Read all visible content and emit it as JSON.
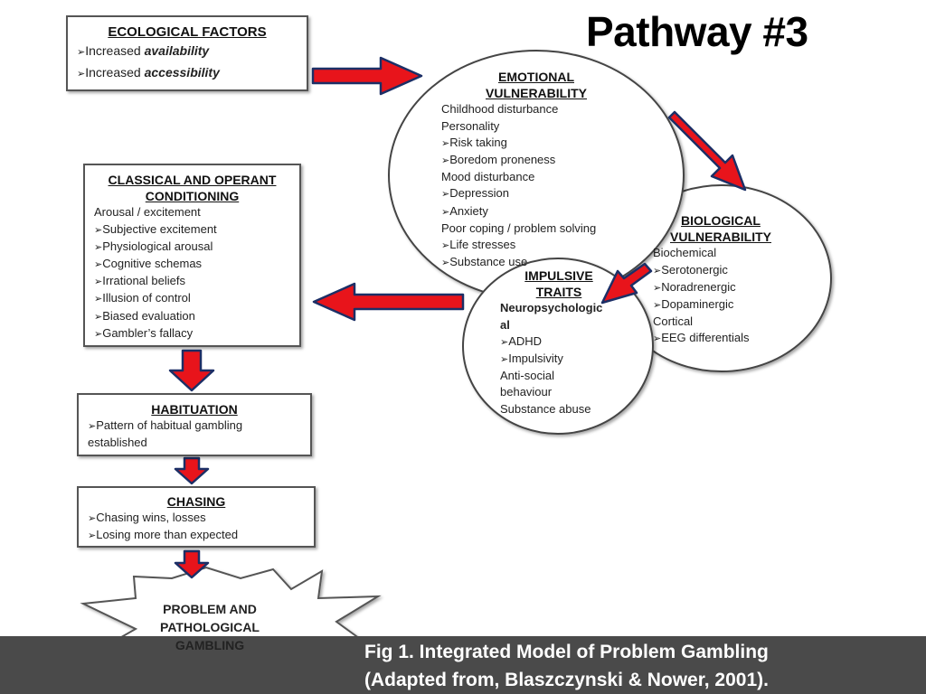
{
  "title": "Pathway #3",
  "ecological": {
    "heading": "ECOLOGICAL FACTORS",
    "items": [
      {
        "prefix": "Increased ",
        "emph": "availability"
      },
      {
        "prefix": "Increased ",
        "emph": "accessibility"
      }
    ]
  },
  "emotional": {
    "heading_line1": "EMOTIONAL",
    "heading_line2": "VULNERABILITY",
    "lines": [
      {
        "text": "Childhood disturbance",
        "bullet": false
      },
      {
        "text": "Personality",
        "bullet": false
      },
      {
        "text": "Risk taking",
        "bullet": true
      },
      {
        "text": "Boredom proneness",
        "bullet": true
      },
      {
        "text": "Mood disturbance",
        "bullet": false
      },
      {
        "text": "Depression",
        "bullet": true
      },
      {
        "text": "Anxiety",
        "bullet": true
      },
      {
        "text": "Poor coping / problem solving",
        "bullet": false
      },
      {
        "text": "Life stresses",
        "bullet": true
      },
      {
        "text": "Substance use",
        "bullet": true
      }
    ]
  },
  "biological": {
    "heading_line1": "BIOLOGICAL",
    "heading_line2": "VULNERABILITY",
    "lines": [
      {
        "text": "Biochemical",
        "bullet": false
      },
      {
        "text": "Serotonergic",
        "bullet": true
      },
      {
        "text": "Noradrenergic",
        "bullet": true
      },
      {
        "text": "Dopaminergic",
        "bullet": true
      },
      {
        "text": "Cortical",
        "bullet": false
      },
      {
        "text": "EEG differentials",
        "bullet": true
      }
    ]
  },
  "impulsive": {
    "heading_line1": "IMPULSIVE",
    "heading_line2": "TRAITS",
    "sub_line1": "Neuropsychologic",
    "sub_line2": "al",
    "lines": [
      {
        "text": "ADHD",
        "bullet": true
      },
      {
        "text": "Impulsivity",
        "bullet": true
      },
      {
        "text": "Anti-social",
        "bullet": false
      },
      {
        "text": "behaviour",
        "bullet": false
      },
      {
        "text": "Substance abuse",
        "bullet": false
      }
    ]
  },
  "conditioning": {
    "heading_line1": "CLASSICAL AND OPERANT",
    "heading_line2": "CONDITIONING",
    "lines": [
      {
        "text": "Arousal / excitement",
        "bullet": false
      },
      {
        "text": "Subjective excitement",
        "bullet": true
      },
      {
        "text": "Physiological arousal",
        "bullet": true
      },
      {
        "text": "Cognitive schemas",
        "bullet": true
      },
      {
        "text": "Irrational beliefs",
        "bullet": true
      },
      {
        "text": "Illusion of control",
        "bullet": true
      },
      {
        "text": "Biased evaluation",
        "bullet": true
      },
      {
        "text": "Gambler’s fallacy",
        "bullet": true
      }
    ]
  },
  "habituation": {
    "heading": "HABITUATION",
    "line1": "Pattern of habitual gambling",
    "line2": "established"
  },
  "chasing": {
    "heading": "CHASING",
    "items": [
      "Chasing wins, losses",
      "Losing more than expected"
    ]
  },
  "outcome": {
    "line1": "PROBLEM AND",
    "line2": "PATHOLOGICAL",
    "line3": "GAMBLING"
  },
  "caption": {
    "line1": "Fig 1. Integrated Model of Problem Gambling",
    "line2": "(Adapted from, Blaszczynski & Nower, 2001)."
  },
  "colors": {
    "arrow_fill": "#e8141b",
    "arrow_outline": "#1c2f66",
    "bar": "#4a4a4a"
  }
}
